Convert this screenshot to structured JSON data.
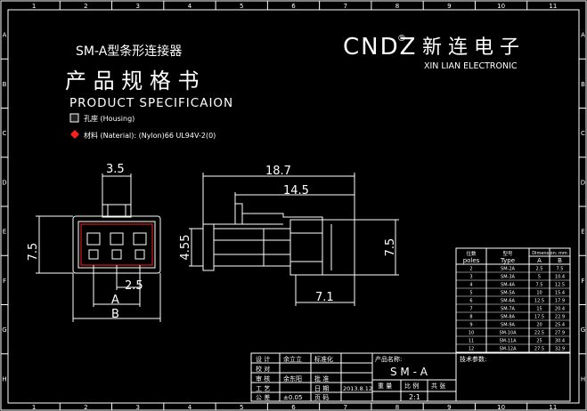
{
  "frame": {
    "top_numbers": [
      "1",
      "2",
      "3",
      "4",
      "5",
      "6",
      "7",
      "8",
      "9",
      "10",
      "11"
    ],
    "side_letters": [
      "A",
      "B",
      "C",
      "D",
      "E",
      "F",
      "G",
      "H"
    ]
  },
  "header": {
    "model_title": "SM-A型条形连接器",
    "title_cn": "产 品 规 格 书",
    "title_en": "PRODUCT SPECIFICAION",
    "brand_cnd": "CNDZ",
    "brand_reg": "®",
    "brand_cn": "新 连 电 子",
    "brand_en": "XIN  LIAN ELECTRONIC"
  },
  "legend": {
    "housing": "孔座 (Housing)",
    "material": "材料 (Naterial): (Nylon)66 UL94V-2(0)"
  },
  "front_view": {
    "dim_top": "3.5",
    "dim_left": "7.5",
    "dim_pitch": "2.5",
    "dim_a": "A",
    "dim_b": "B"
  },
  "side_view": {
    "dim_total": "18.7",
    "dim_inner": "14.5",
    "dim_height": "4.55",
    "dim_right": "7.5",
    "dim_bottom": "7.1"
  },
  "spec_table": {
    "headers": [
      "位数 poles",
      "型号 Type",
      "A",
      "B"
    ],
    "unit": "Dimension: mm",
    "rows": [
      [
        "2",
        "SM-2A",
        "2.5",
        "7.5"
      ],
      [
        "3",
        "SM-3A",
        "5",
        "10.4"
      ],
      [
        "4",
        "SM-4A",
        "7.5",
        "12.5"
      ],
      [
        "5",
        "SM-5A",
        "10",
        "15.4"
      ],
      [
        "6",
        "SM-6A",
        "12.5",
        "17.9"
      ],
      [
        "7",
        "SM-7A",
        "15",
        "20.4"
      ],
      [
        "8",
        "SM-8A",
        "17.5",
        "22.9"
      ],
      [
        "9",
        "SM-9A",
        "20",
        "25.4"
      ],
      [
        "10",
        "SM-10A",
        "22.5",
        "27.9"
      ],
      [
        "11",
        "SM-11A",
        "25",
        "30.4"
      ],
      [
        "12",
        "SM-12A",
        "27.5",
        "32.9"
      ]
    ]
  },
  "title_block": {
    "r1": [
      "设 计",
      "余立立",
      "标准化"
    ],
    "r2": [
      "校 对"
    ],
    "r3": [
      "审 核",
      "余东阳",
      "批 准"
    ],
    "r4": [
      "工 艺",
      "",
      "日 期",
      "2013.8.12"
    ],
    "r5": [
      "公 差",
      "±0.05",
      "页 码"
    ],
    "product_name_label": "产品名称:",
    "product_name": "S M - A",
    "tech_params": "技术参数:",
    "scale_labels": [
      "重 量",
      "比 例",
      "共 张"
    ],
    "scale": "2:1"
  }
}
